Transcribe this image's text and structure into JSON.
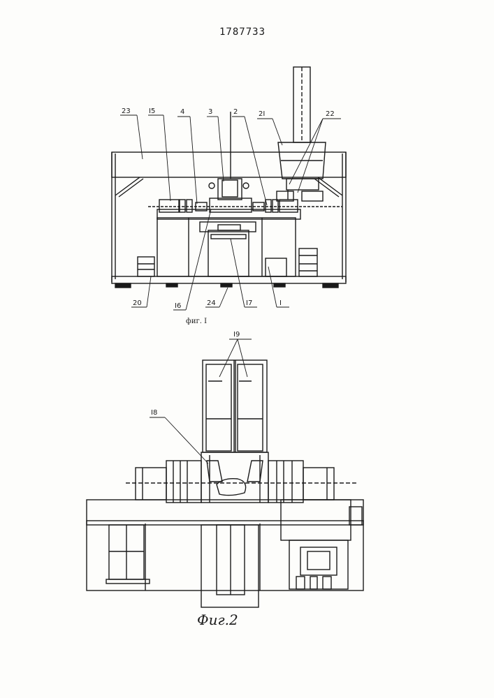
{
  "document": {
    "patent_number": "1787733",
    "figure_1": {
      "caption": "фиг. I",
      "labels": {
        "l23": "23",
        "l15": "I5",
        "l4": "4",
        "l3": "3",
        "l2": "2",
        "l21": "2I",
        "l22": "22",
        "l20": "20",
        "l16": "I6",
        "l24": "24",
        "l17": "I7",
        "l1": "I"
      }
    },
    "figure_2": {
      "caption": "Фиг.2",
      "labels": {
        "l19": "I9",
        "l18": "I8"
      }
    }
  },
  "colors": {
    "ink": "#1a1a1a",
    "paper": "#fdfdfb"
  }
}
